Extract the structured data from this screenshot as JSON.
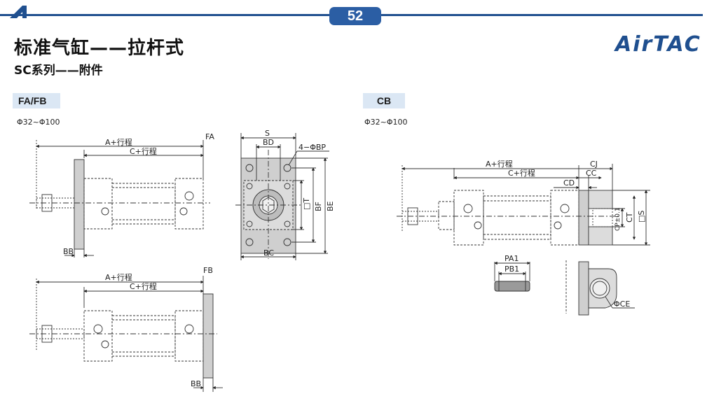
{
  "header": {
    "page_number": "52",
    "title": "标准气缸——拉杆式",
    "subtitle": "SC系列——附件",
    "brand": "AirTAC"
  },
  "left_section": {
    "tag": "FA/FB",
    "bore_range": "Φ32~Φ100",
    "fa_view": {
      "label": "FA",
      "dims": {
        "a": "A+行程",
        "c": "C+行程",
        "bb": "BB"
      }
    },
    "fb_view": {
      "label": "FB",
      "dims": {
        "a": "A+行程",
        "c": "C+行程",
        "bb": "BB"
      }
    },
    "end_view": {
      "dims": {
        "s": "S",
        "bd": "BD",
        "holes": "4−ΦBP",
        "tt": "□T",
        "bf": "BF",
        "be": "BE",
        "bc": "BC"
      }
    }
  },
  "right_section": {
    "tag": "CB",
    "bore_range": "Φ32~Φ100",
    "side_view": {
      "dims": {
        "a": "A+行程",
        "c": "C+行程",
        "cj": "CJ",
        "cc": "CC",
        "cd": "CD",
        "cp": "CP±0.1",
        "ct": "CT",
        "s": "□S"
      }
    },
    "pin_view": {
      "dims": {
        "pa1": "PA1",
        "pb1": "PB1"
      }
    },
    "clevis_view": {
      "dims": {
        "ce": "ΦCE"
      }
    }
  }
}
